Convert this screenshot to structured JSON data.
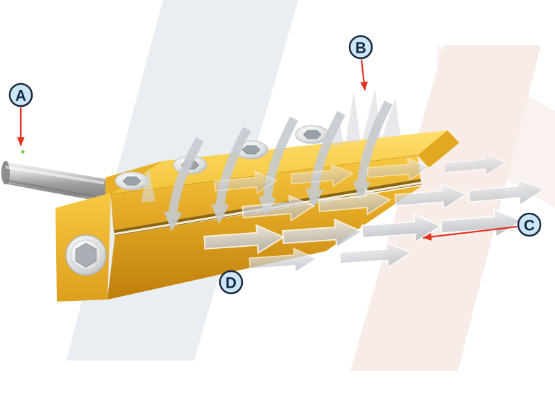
{
  "figure": {
    "labels": [
      {
        "id": "A",
        "letter": "A"
      },
      {
        "id": "B",
        "letter": "B"
      },
      {
        "id": "C",
        "letter": "C"
      },
      {
        "id": "D",
        "letter": "D"
      }
    ],
    "colors": {
      "body_yellow": "#F5C53C",
      "body_yellow_dark": "#C07E0C",
      "metal_silver": "#D8D8D8",
      "airflow_gray": "#C6CBD1",
      "label_fill": "#CBE7F5",
      "label_border": "#1B2740",
      "pointer_red": "#E23320",
      "band_gray": "#E9EEF3",
      "band_pink": "#F7ECE8"
    }
  }
}
